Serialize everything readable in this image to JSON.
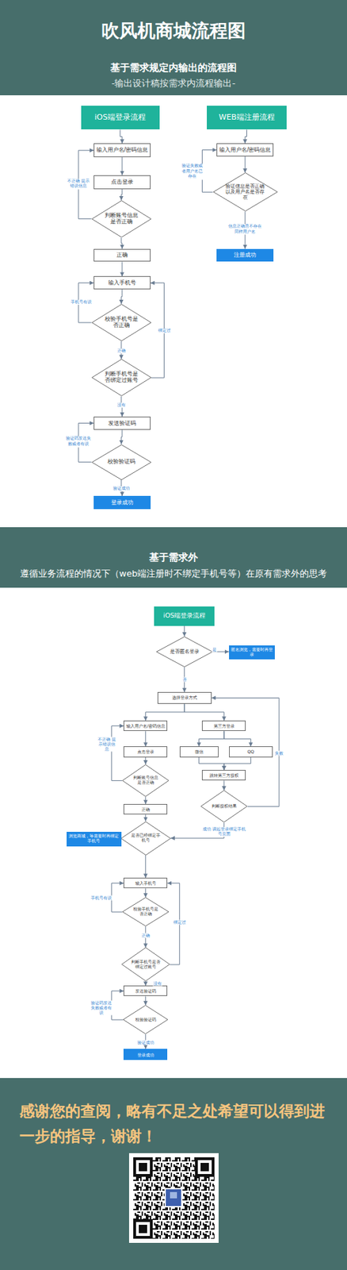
{
  "diagram": {
    "title": "吹风机商城流程图",
    "nodes": [
      {
        "text": [
          "iOS端登录流程"
        ]
      },
      {
        "text": [
          "输入用户名/密码信息"
        ]
      },
      {
        "text": [
          "点击登录"
        ]
      },
      {
        "text": [
          "判断账号信息是否正确"
        ]
      },
      {
        "text": [
          "正确"
        ]
      },
      {
        "text": [
          "输入手机号"
        ]
      },
      {
        "text": [
          "校验手机号是否正确"
        ]
      },
      {
        "text": [
          "判断手机号是否绑定过账号"
        ]
      },
      {
        "text": [
          "发送验证码"
        ]
      },
      {
        "text": [
          "校验验证码"
        ]
      },
      {
        "text": [
          "登录成功"
        ]
      },
      {
        "text": [
          "WEB端注册流程"
        ]
      },
      {
        "text": [
          "输入用户名/密码信息"
        ]
      },
      {
        "text": [
          "验证信息是否正确以及用户名是否存在"
        ]
      },
      {
        "text": [
          "注册成功"
        ]
      },
      {
        "text": [
          "iOS端登录流程"
        ]
      },
      {
        "text": [
          "是否匿名登录"
        ]
      },
      {
        "text": [
          "匿名浏览，需要时再登录"
        ]
      },
      {
        "text": [
          "选择登录方式"
        ]
      },
      {
        "text": [
          "输入用户名/密码信息"
        ]
      },
      {
        "text": [
          "第三方登录"
        ]
      },
      {
        "text": [
          "点击登录"
        ]
      },
      {
        "text": [
          "微信"
        ]
      },
      {
        "text": [
          "QQ"
        ]
      },
      {
        "text": [
          "判断账号信息是否正确"
        ]
      },
      {
        "text": [
          "跳转第三方授权"
        ]
      },
      {
        "text": [
          "判断授权结果"
        ]
      },
      {
        "text": [
          "正确"
        ]
      },
      {
        "text": [
          "是否已经绑定手机号"
        ]
      },
      {
        "text": [
          "浏览商城，等需要时再绑定手机号"
        ]
      },
      {
        "text": [
          "输入手机号"
        ]
      },
      {
        "text": [
          "校验手机号是否正确"
        ]
      },
      {
        "text": [
          "判断手机号是否绑定过账号"
        ]
      },
      {
        "text": [
          "发送验证码"
        ]
      },
      {
        "text": [
          "校验验证码"
        ]
      },
      {
        "text": [
          "登录成功"
        ]
      }
    ],
    "edges": [
      {
        "from": 0,
        "to": 1,
        "arrow": "to"
      },
      {
        "from": 1,
        "to": 2,
        "arrow": "to"
      },
      {
        "from": 2,
        "to": 3,
        "arrow": "to"
      },
      {
        "from": 3,
        "to": 1,
        "label": "不正确 提示错误信息",
        "arrow": "to"
      },
      {
        "from": 3,
        "to": 4,
        "arrow": "to"
      },
      {
        "from": 4,
        "to": 5,
        "arrow": "to"
      },
      {
        "from": 5,
        "to": 6,
        "arrow": "to"
      },
      {
        "from": 6,
        "to": 5,
        "label": "手机号有误",
        "arrow": "to"
      },
      {
        "from": 6,
        "to": 7,
        "label": "正确",
        "arrow": "to"
      },
      {
        "from": 7,
        "to": 5,
        "label": "绑定过",
        "arrow": "to"
      },
      {
        "from": 7,
        "to": 8,
        "label": "没有",
        "arrow": "to"
      },
      {
        "from": 8,
        "to": 9,
        "arrow": "to"
      },
      {
        "from": 9,
        "to": 8,
        "label": "验证码发送失败或者有误",
        "arrow": "to"
      },
      {
        "from": 9,
        "to": 10,
        "label": "验证成功",
        "arrow": "to"
      },
      {
        "from": 11,
        "to": 12,
        "arrow": "to"
      },
      {
        "from": 12,
        "to": 13,
        "arrow": "to"
      },
      {
        "from": 13,
        "to": 12,
        "label": "验证失败或者用户名已存在",
        "arrow": "to"
      },
      {
        "from": 13,
        "to": 14,
        "label": "信息正确且不存在同样用户名",
        "arrow": "to"
      },
      {
        "from": 15,
        "to": 16,
        "arrow": "to"
      },
      {
        "from": 16,
        "to": 17,
        "label": "是",
        "arrow": "to"
      },
      {
        "from": 16,
        "to": 18,
        "label": "否",
        "arrow": "to"
      },
      {
        "from": 18,
        "to": 19,
        "arrow": "to"
      },
      {
        "from": 18,
        "to": 20,
        "arrow": "to"
      },
      {
        "from": 19,
        "to": 21,
        "arrow": "to"
      },
      {
        "from": 20,
        "to": 22,
        "arrow": "to"
      },
      {
        "from": 20,
        "to": 23,
        "arrow": "to"
      },
      {
        "from": 21,
        "to": 24,
        "arrow": "to"
      },
      {
        "from": 22,
        "to": 25,
        "arrow": "to"
      },
      {
        "from": 23,
        "to": 25,
        "arrow": "to"
      },
      {
        "from": 24,
        "to": 19,
        "label": "不正确 提示错误信息",
        "arrow": "to"
      },
      {
        "from": 25,
        "to": 26,
        "arrow": "to"
      },
      {
        "from": 26,
        "to": 18,
        "label": "失败",
        "arrow": "to"
      },
      {
        "from": 24,
        "to": 27,
        "arrow": "to"
      },
      {
        "from": 27,
        "to": 28,
        "arrow": "to"
      },
      {
        "from": 26,
        "to": 28,
        "label": "成功 调起登录绑定手机号页面",
        "arrow": "to"
      },
      {
        "from": 28,
        "to": 29,
        "arrow": "to"
      },
      {
        "from": 28,
        "to": 30,
        "arrow": "to"
      },
      {
        "from": 30,
        "to": 31,
        "arrow": "to"
      },
      {
        "from": 31,
        "to": 30,
        "label": "手机号有误",
        "arrow": "to"
      },
      {
        "from": 31,
        "to": 32,
        "label": "正确",
        "arrow": "to"
      },
      {
        "from": 32,
        "to": 30,
        "label": "绑定过",
        "arrow": "to"
      },
      {
        "from": 32,
        "to": 33,
        "label": "没有",
        "arrow": "to"
      },
      {
        "from": 33,
        "to": 34,
        "arrow": "to"
      },
      {
        "from": 34,
        "to": 33,
        "label": "验证码发送失败或者有误",
        "arrow": "to"
      },
      {
        "from": 34,
        "to": 35,
        "label": "验证成功",
        "arrow": "to"
      }
    ],
    "labels": [
      "基于需求规定内输出的流程图",
      "-输出设计稿按需求内流程输出-",
      "基于需求外",
      "遵循业务流程的情况下（web端注册时不绑定手机号等）在原有需求外的思考",
      "感谢您的查阅，略有不足之处希望可以得到进一步的指导，谢谢！"
    ]
  }
}
